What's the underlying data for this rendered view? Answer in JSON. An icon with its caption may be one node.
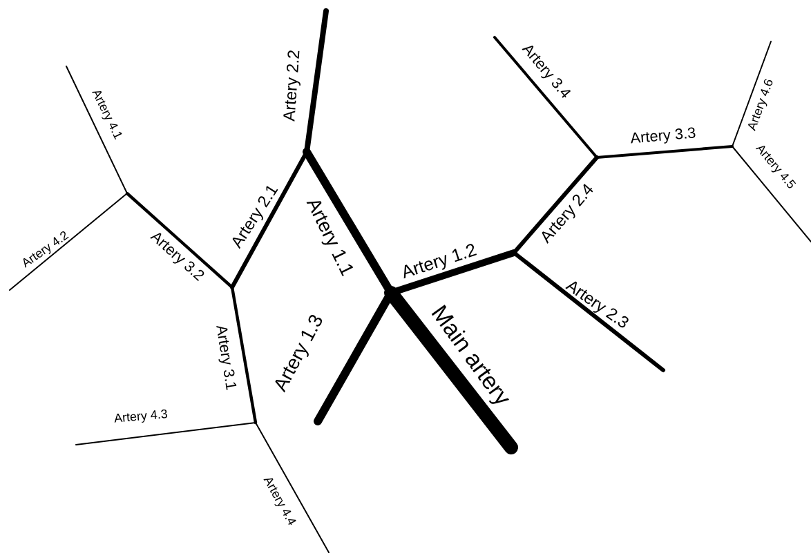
{
  "diagram": {
    "labels": [
      "Artery 2.2",
      "Artery 3.4",
      "Artery 4.6",
      "Artery 4.1",
      "Artery 3.3",
      "Artery 4.5",
      "Artery 2.4",
      "Artery 2.1",
      "Artery 4.2",
      "Artery 1.1",
      "Artery 3.2",
      "Artery 1.2",
      "Artery 2.3",
      "Artery 3.1",
      "Main artery",
      "Artery 1.3",
      "Artery 4.3",
      "Artery 4.4"
    ]
  }
}
